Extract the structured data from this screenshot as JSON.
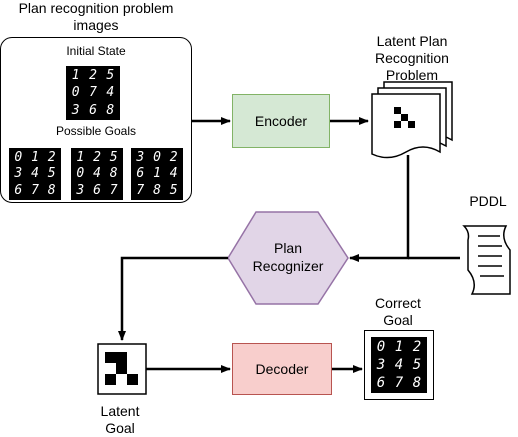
{
  "labels": {
    "problem_images": [
      "Plan recognition problem",
      "images"
    ],
    "initial_state": "Initial State",
    "possible_goals": "Possible Goals",
    "encoder": "Encoder",
    "latent_problem": [
      "Latent Plan",
      "Recognition",
      "Problem"
    ],
    "pddl": "PDDL",
    "plan_recognizer": [
      "Plan",
      "Recognizer"
    ],
    "latent_goal": [
      "Latent",
      "Goal"
    ],
    "decoder": "Decoder",
    "correct_goal": [
      "Correct",
      "Goal"
    ]
  },
  "puzzles": {
    "initial_state": [
      "1",
      "2",
      "5",
      "0",
      "7",
      "4",
      "3",
      "6",
      "8"
    ],
    "goal_1": [
      "0",
      "1",
      "2",
      "3",
      "4",
      "5",
      "6",
      "7",
      "8"
    ],
    "goal_2": [
      "1",
      "2",
      "5",
      "0",
      "4",
      "8",
      "3",
      "6",
      "7"
    ],
    "goal_3": [
      "3",
      "0",
      "2",
      "6",
      "1",
      "4",
      "7",
      "8",
      "5"
    ],
    "correct_goal": [
      "0",
      "1",
      "2",
      "3",
      "4",
      "5",
      "6",
      "7",
      "8"
    ]
  },
  "colors": {
    "encoder_fill": "#d5e8d4",
    "encoder_stroke": "#82b366",
    "decoder_fill": "#f8cecc",
    "decoder_stroke": "#b85450",
    "recognizer_fill": "#e1d5e7",
    "recognizer_stroke": "#9673a6"
  }
}
